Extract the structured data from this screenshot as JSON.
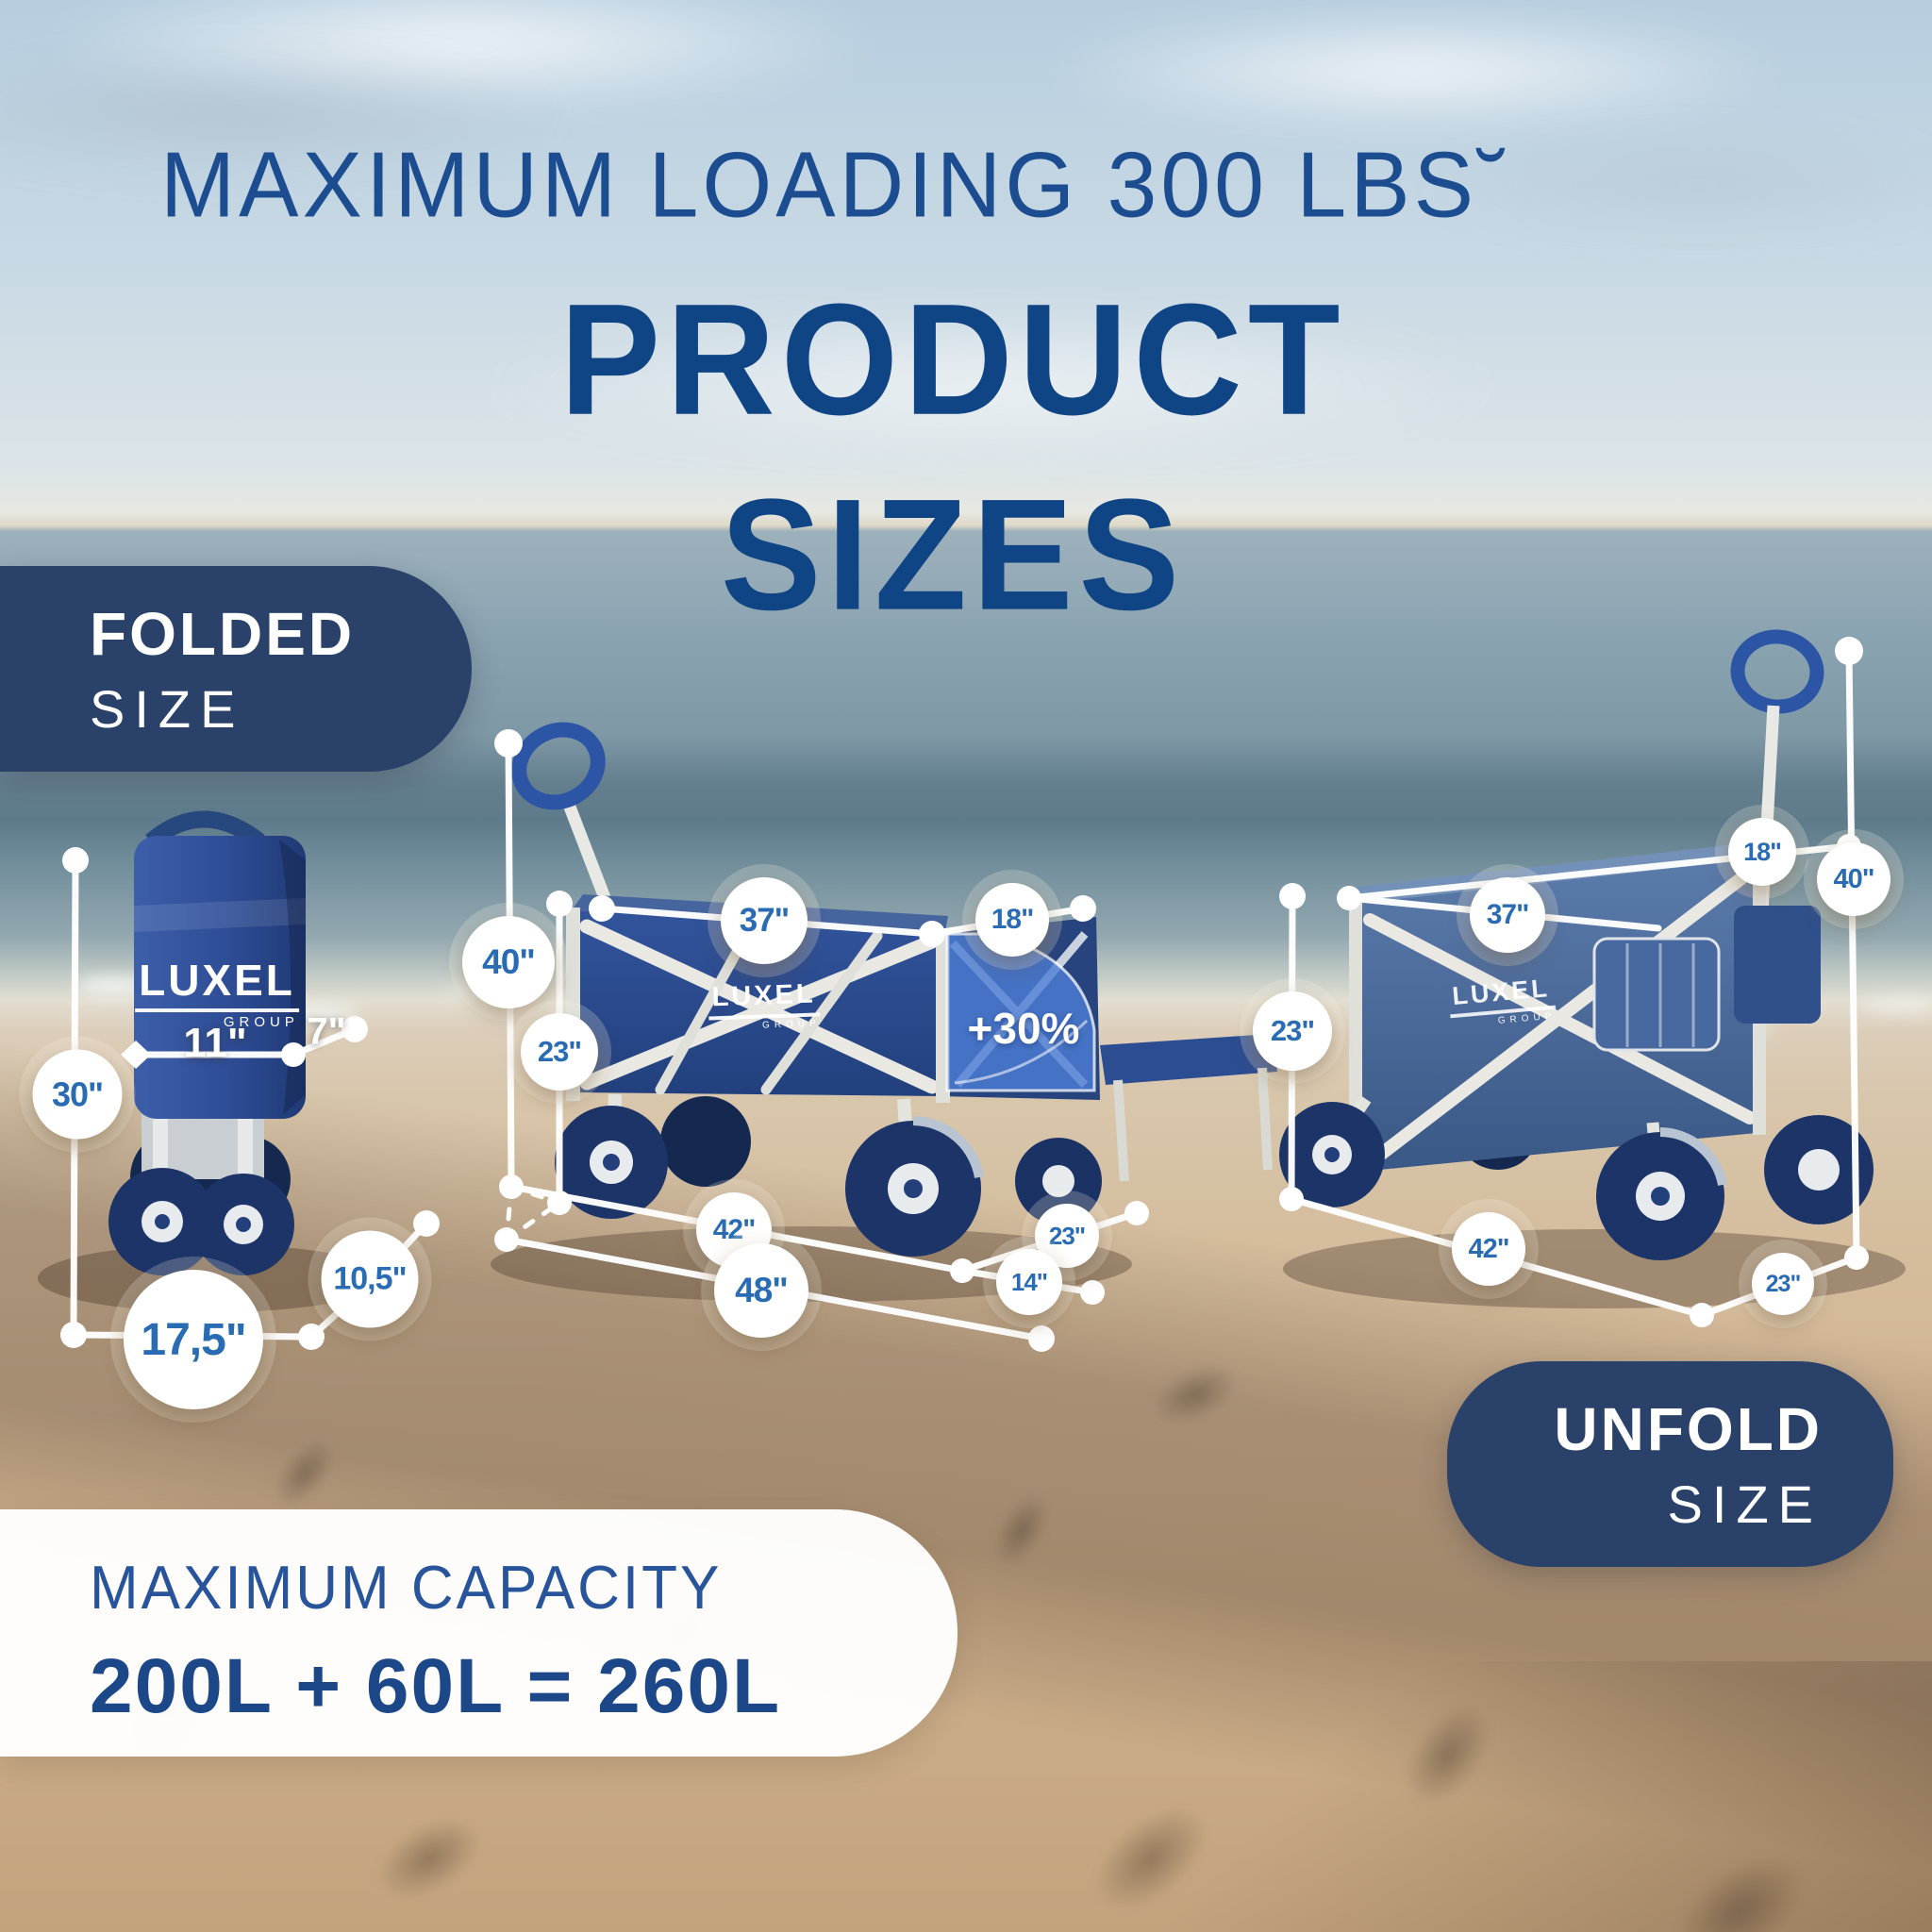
{
  "header": {
    "tagline": "MAXIMUM LOADING 300 LBS˘",
    "title_line1": "PRODUCT",
    "title_line2": "SIZES"
  },
  "badges": {
    "folded": {
      "line1": "FOLDED",
      "line2": "SIZE"
    },
    "unfold": {
      "line1": "UNFOLD",
      "line2": "SIZE"
    }
  },
  "capacity": {
    "title": "MAXIMUM CAPACITY",
    "formula": "200L + 60L = 260L"
  },
  "brand": {
    "name": "LUXEL",
    "division": "GROUP"
  },
  "highlight": {
    "label": "+30%"
  },
  "measurements": {
    "folded": {
      "height": "30\"",
      "width": "11\"",
      "depth": "7\"",
      "base_length": "17,5\"",
      "wheel": "10,5\""
    },
    "unfolded_open": {
      "handle_height": "40\"",
      "body_height": "23\"",
      "length": "37\"",
      "extension": "18\"",
      "wheelbase": "42\"",
      "total_length": "48\"",
      "width": "23\"",
      "inner_width": "14\""
    },
    "unfolded": {
      "body_height": "23\"",
      "length": "37\"",
      "extension": "18\"",
      "handle_height": "40\"",
      "wheelbase": "42\"",
      "width": "23\""
    }
  },
  "colors": {
    "badge_navy": "#2a4269",
    "title_blue": "#0f4485",
    "bubble_text": "#2a6cb3",
    "wagon_navy": "#2e4f93"
  }
}
